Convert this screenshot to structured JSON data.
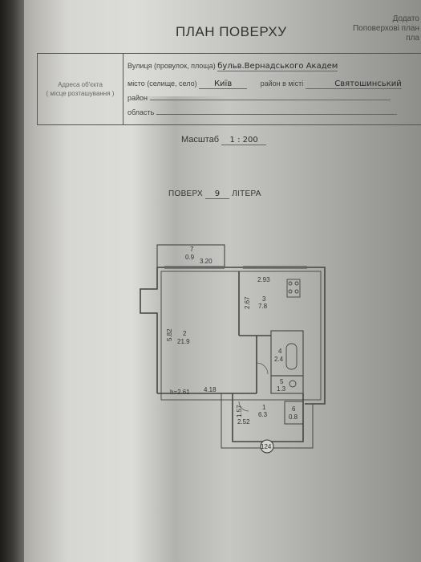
{
  "header": {
    "title": "ПЛАН ПОВЕРХУ",
    "addendum_line1": "Додато",
    "addendum_line2": "Поповерхові план",
    "addendum_line3": "пла"
  },
  "address": {
    "left_label_line1": "Адреса об'єкта",
    "left_label_line2": "( місце розташування )",
    "street_label": "Вулиця (провулок, площа)",
    "street_value": "бульв.Вернадського Академ",
    "city_label": "місто (селище, село)",
    "city_value": "Київ",
    "district_label": "район в місті",
    "district_value": "Святошинський",
    "region_label": "район",
    "oblast_label": "область"
  },
  "scale": {
    "label": "Масштаб",
    "value": "1 : 200"
  },
  "floor": {
    "label": "ПОВЕРХ",
    "value": "9",
    "liter_label": "ЛІТЕРА"
  },
  "plan": {
    "rooms": [
      {
        "number": "7",
        "area": "0.9"
      },
      {
        "number": "2",
        "area": "21.9"
      },
      {
        "number": "3",
        "area": "7.8"
      },
      {
        "number": "4",
        "area": "2.4"
      },
      {
        "number": "5",
        "area": "1.3"
      },
      {
        "number": "1",
        "area": "6.3"
      },
      {
        "number": "6",
        "area": "0.8"
      }
    ],
    "dimensions": {
      "balcony_width": "3.20",
      "kitchen_width": "2.93",
      "kitchen_depth": "2.67",
      "room_depth": "5.82",
      "room_bottom": "4.18",
      "ceiling_height": "h=2.61",
      "hall_depth": "1.57",
      "hall_width": "2.52"
    },
    "apartment_number": "124"
  }
}
